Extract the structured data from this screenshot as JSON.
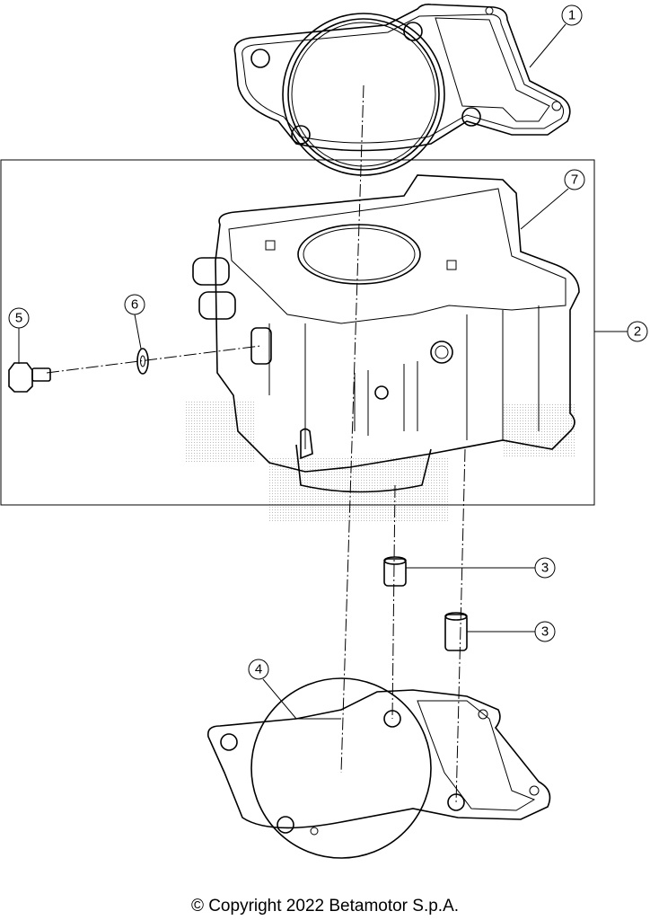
{
  "diagram": {
    "callouts": [
      {
        "id": "callout-1",
        "label": "1",
        "part": "cylinder-head-gasket"
      },
      {
        "id": "callout-2",
        "label": "2",
        "part": "cylinder-assembly"
      },
      {
        "id": "callout-3a",
        "label": "3",
        "part": "dowel-pin"
      },
      {
        "id": "callout-3b",
        "label": "3",
        "part": "dowel-pin"
      },
      {
        "id": "callout-4",
        "label": "4",
        "part": "cylinder-base-gasket"
      },
      {
        "id": "callout-5",
        "label": "5",
        "part": "screw"
      },
      {
        "id": "callout-6",
        "label": "6",
        "part": "washer"
      },
      {
        "id": "callout-7",
        "label": "7",
        "part": "cylinder"
      }
    ],
    "colors": {
      "line": "#000000",
      "background": "#ffffff",
      "watermark": "#c8c8c8"
    }
  },
  "footer": {
    "copyright": "© Copyright 2022 Betamotor S.p.A."
  }
}
